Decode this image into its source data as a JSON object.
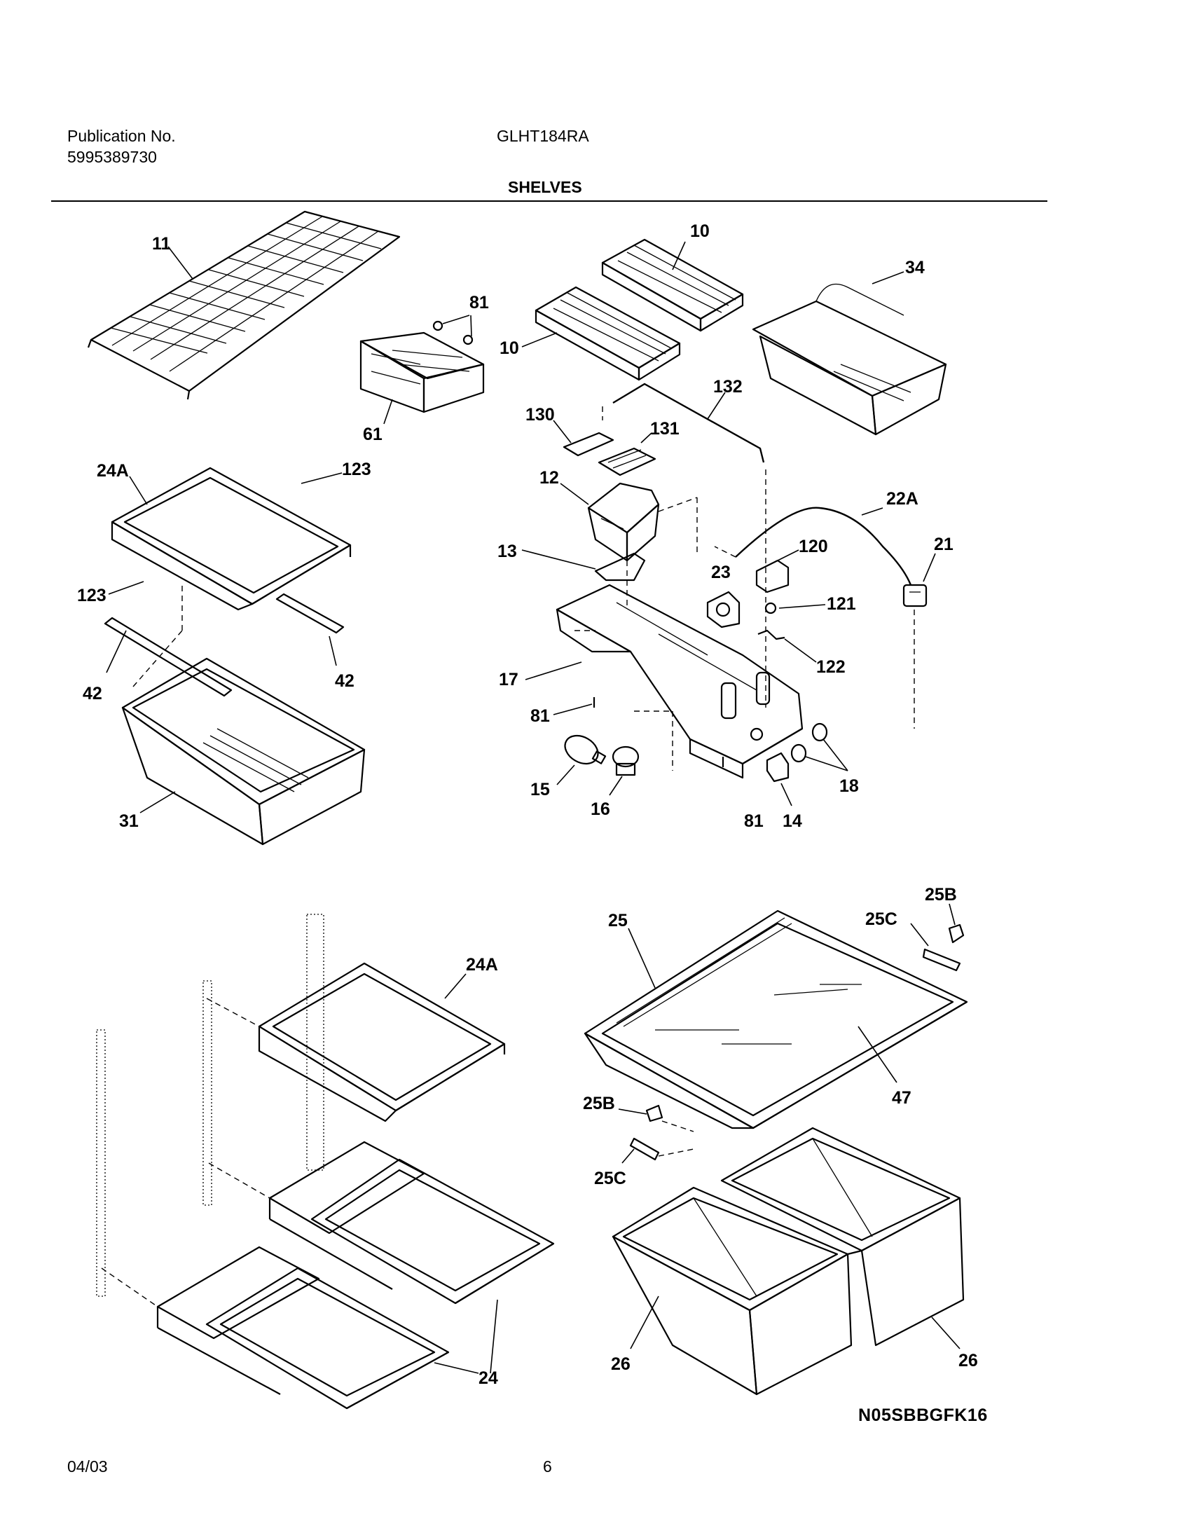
{
  "header": {
    "publication_label": "Publication No.",
    "publication_number": "5995389730",
    "model": "GLHT184RA",
    "section_title": "SHELVES"
  },
  "diagram_code": "N05SBBGFK16",
  "footer": {
    "date": "04/03",
    "page": "6"
  },
  "callouts": {
    "c11": "11",
    "c81a": "81",
    "c61": "61",
    "c10a": "10",
    "c10b": "10",
    "c34": "34",
    "c132": "132",
    "c130": "130",
    "c131": "131",
    "c24a_top": "24A",
    "c123a": "123",
    "c123b": "123",
    "c12": "12",
    "c22a": "22A",
    "c21": "21",
    "c13": "13",
    "c120": "120",
    "c23": "23",
    "c121": "121",
    "c122": "122",
    "c17": "17",
    "c42a": "42",
    "c42b": "42",
    "c81b": "81",
    "c81c": "81",
    "c15": "15",
    "c16": "16",
    "c14": "14",
    "c18": "18",
    "c31": "31",
    "c25": "25",
    "c25b_top": "25B",
    "c25c_top": "25C",
    "c24a_bot": "24A",
    "c47": "47",
    "c25b_bot": "25B",
    "c25c_bot": "25C",
    "c26a": "26",
    "c26b": "26",
    "c24": "24"
  }
}
